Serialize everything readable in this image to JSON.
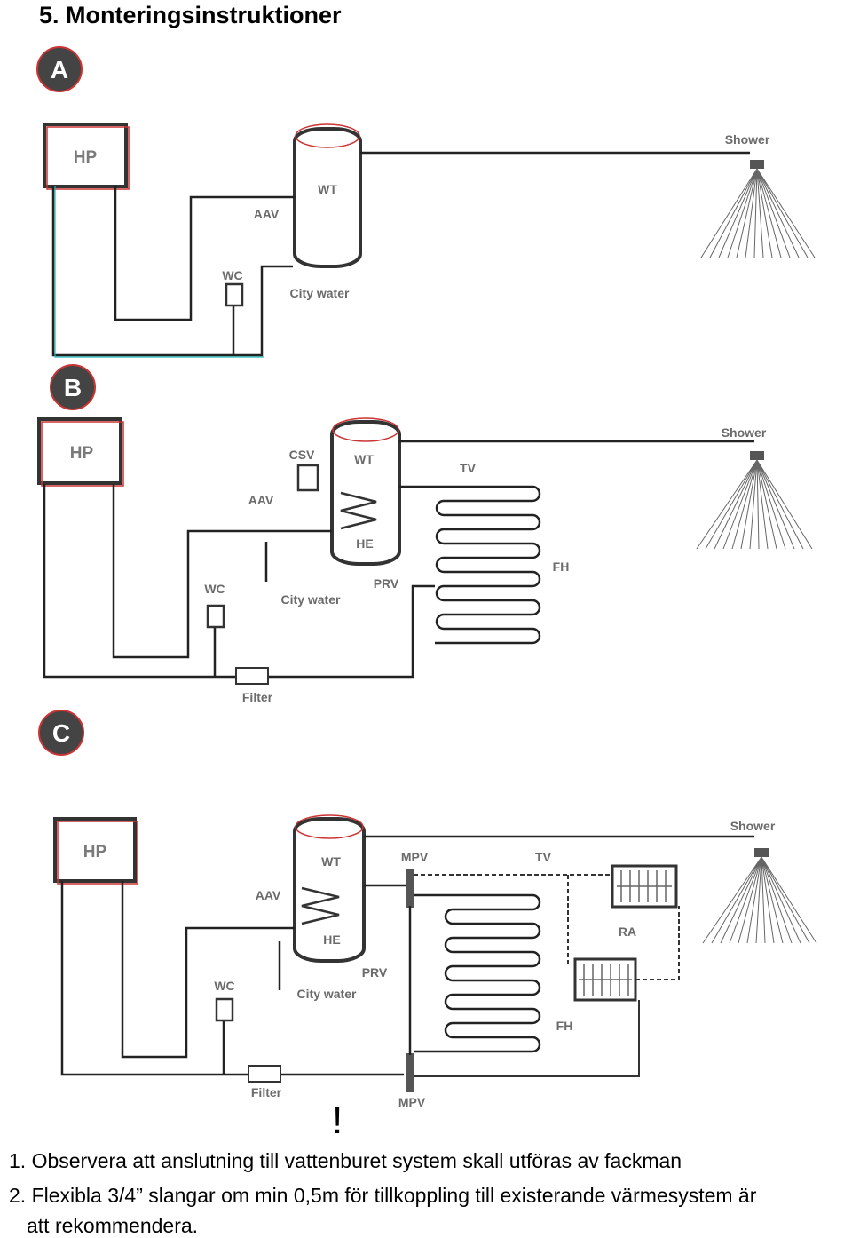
{
  "heading": "5. Monteringsinstruktioner",
  "sections": [
    {
      "letter": "A"
    },
    {
      "letter": "B"
    },
    {
      "letter": "C"
    }
  ],
  "labels": {
    "hp": "HP",
    "wt": "WT",
    "he": "HE",
    "shower": "Shower",
    "aav": "AAV",
    "wc": "WC",
    "city_water": "City water",
    "csv": "CSV",
    "tv": "TV",
    "fh": "FH",
    "prv": "PRV",
    "filter": "Filter",
    "mpv": "MPV",
    "ra": "RA"
  },
  "notes": {
    "exclamation": "!",
    "line1": "1. Observera att anslutning till vattenburet system skall utföras av fackman",
    "line2a": "2. Flexibla 3/4” slangar om min 0,5m för tillkoppling till existerande värmesystem är",
    "line2b": "att rekommendera."
  }
}
